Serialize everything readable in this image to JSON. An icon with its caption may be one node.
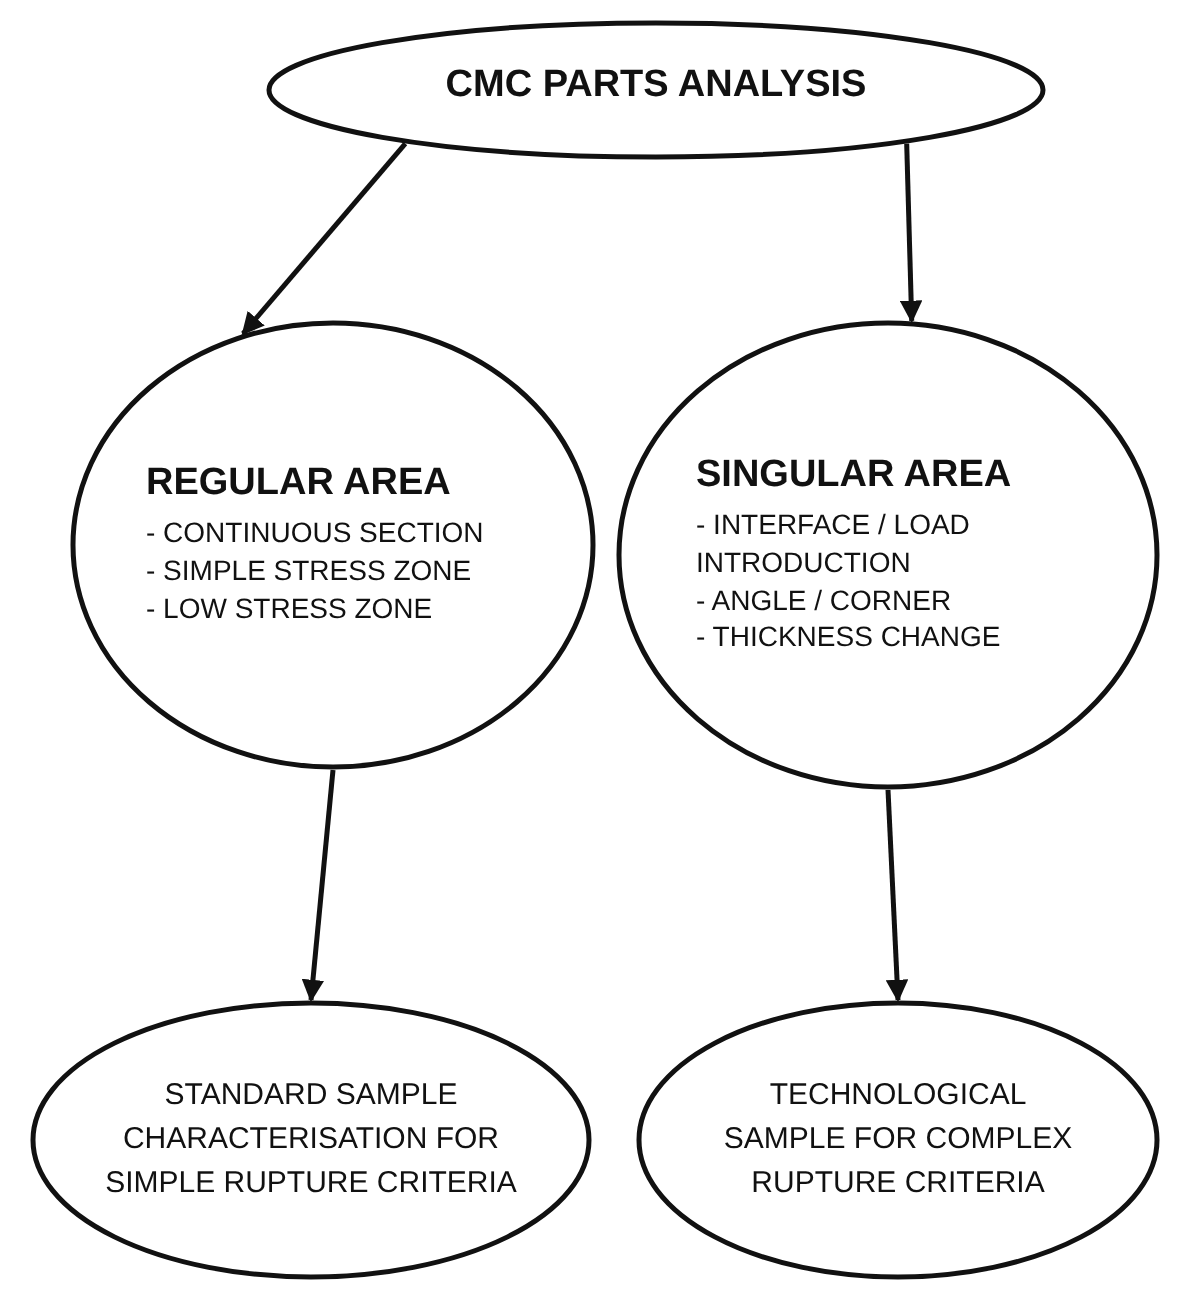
{
  "diagram": {
    "nodes": [
      {
        "text": [
          "CMC PARTS ANALYSIS"
        ]
      },
      {
        "text": [
          "REGULAR AREA",
          "- CONTINUOUS SECTION",
          "- SIMPLE STRESS ZONE",
          "- LOW STRESS ZONE"
        ]
      },
      {
        "text": [
          "SINGULAR AREA",
          "- INTERFACE / LOAD INTRODUCTION",
          "- ANGLE / CORNER",
          "- THICKNESS CHANGE"
        ]
      },
      {
        "text": [
          "STANDARD SAMPLE CHARACTERISATION FOR SIMPLE RUPTURE CRITERIA"
        ]
      },
      {
        "text": [
          "TECHNOLOGICAL SAMPLE FOR COMPLEX RUPTURE CRITERIA"
        ]
      }
    ],
    "edges": [
      {
        "from": 0,
        "to": 1,
        "arrow": "to"
      },
      {
        "from": 0,
        "to": 2,
        "arrow": "to"
      },
      {
        "from": 1,
        "to": 3,
        "arrow": "to"
      },
      {
        "from": 2,
        "to": 4,
        "arrow": "to"
      }
    ]
  }
}
